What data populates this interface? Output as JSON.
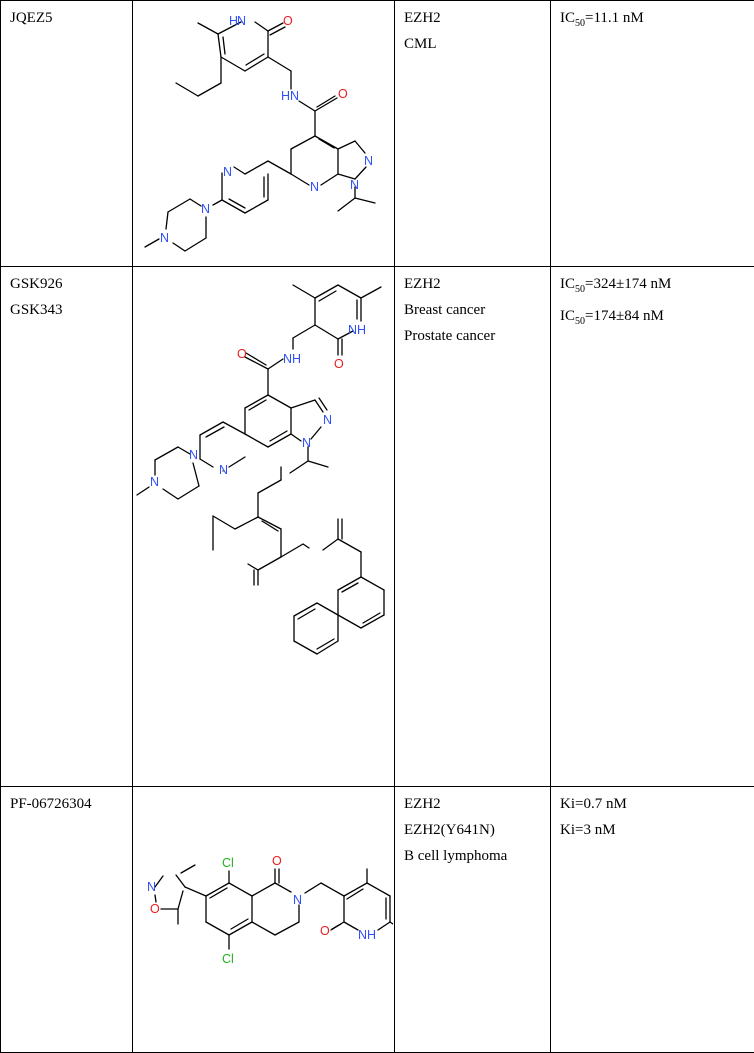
{
  "rows": [
    {
      "compound": [
        "JQEZ5"
      ],
      "target": [
        "EZH2",
        "CML"
      ],
      "potency": [
        {
          "prefix": "IC",
          "sub": "50",
          "rest": "=11.1 nM"
        }
      ],
      "atom_labels": {
        "NH": "H",
        "N_top": "N",
        "O": "O",
        "HN": "HN",
        "O2": "O",
        "N": "N",
        "N2": "N"
      }
    },
    {
      "compound": [
        "GSK926",
        "GSK343"
      ],
      "target": [
        "EZH2",
        "Breast cancer",
        "Prostate cancer"
      ],
      "potency": [
        {
          "prefix": "IC",
          "sub": "50",
          "rest": "=324±174 nM"
        },
        {
          "prefix": "IC",
          "sub": "50",
          "rest": "=174±84 nM"
        }
      ]
    },
    {
      "compound": [
        "PF-06726304"
      ],
      "target": [
        "EZH2",
        "EZH2(Y641N)",
        "B cell lymphoma"
      ],
      "potency": [
        {
          "prefix": "Ki=0.7",
          "sub": "",
          "rest": "nM"
        },
        {
          "prefix": "Ki=3",
          "sub": "",
          "rest": "nM"
        }
      ]
    }
  ],
  "atoms": {
    "N": "N",
    "NH": "NH",
    "HN": "HN",
    "H": "H",
    "O": "O",
    "Cl": "Cl"
  },
  "colors": {
    "nitrogen": "#3050F8",
    "oxygen": "#E81E1E",
    "chlorine": "#21B021",
    "border": "#000000"
  }
}
